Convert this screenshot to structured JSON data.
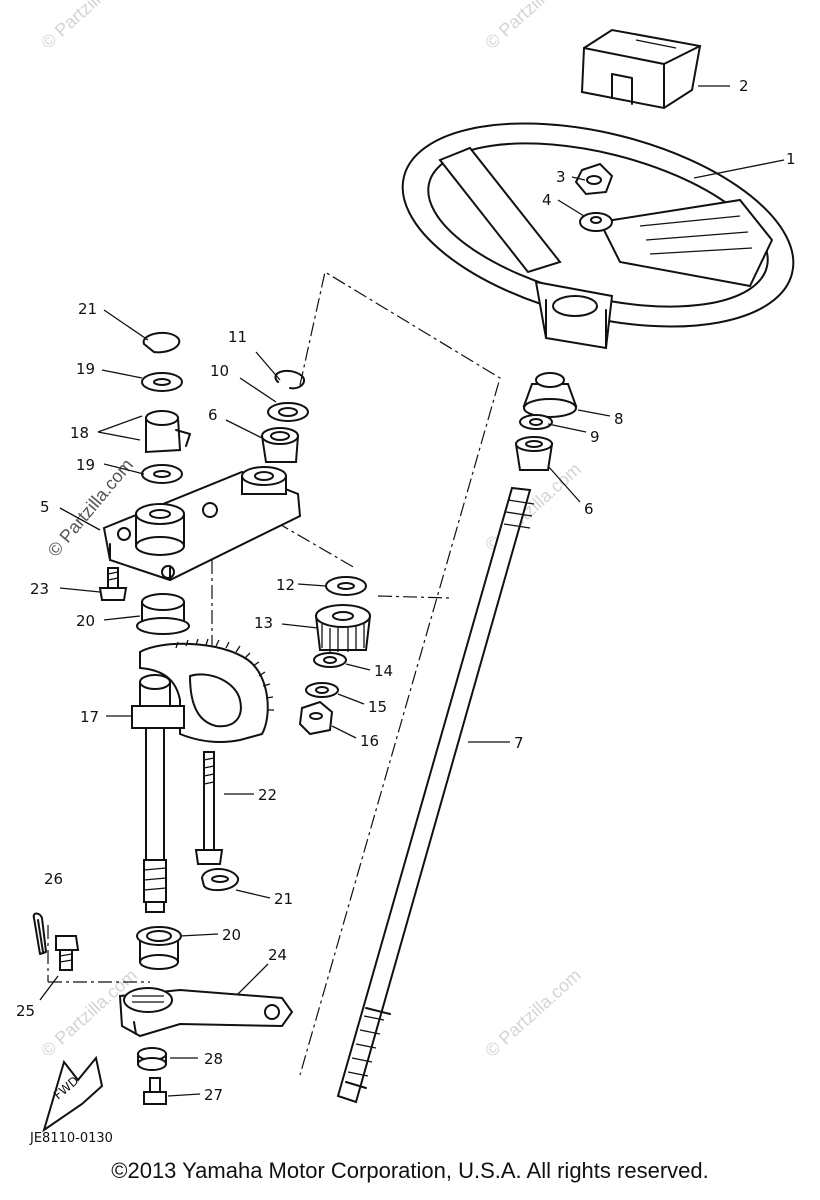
{
  "parts": [
    {
      "num": "1",
      "item": "steering wheel"
    },
    {
      "num": "2",
      "item": "cap"
    },
    {
      "num": "3",
      "item": "nut"
    },
    {
      "num": "4",
      "item": "washer"
    },
    {
      "num": "5",
      "item": "bracket"
    },
    {
      "num": "6",
      "item": "bushing"
    },
    {
      "num": "7",
      "item": "steering shaft"
    },
    {
      "num": "8",
      "item": "boot"
    },
    {
      "num": "9",
      "item": "washer"
    },
    {
      "num": "10",
      "item": "washer"
    },
    {
      "num": "11",
      "item": "clip"
    },
    {
      "num": "12",
      "item": "washer"
    },
    {
      "num": "13",
      "item": "pinion gear"
    },
    {
      "num": "14",
      "item": "washer"
    },
    {
      "num": "15",
      "item": "washer"
    },
    {
      "num": "16",
      "item": "nut"
    },
    {
      "num": "17",
      "item": "sector gear shaft"
    },
    {
      "num": "18",
      "item": "bushing"
    },
    {
      "num": "19",
      "item": "washer"
    },
    {
      "num": "20",
      "item": "bushing"
    },
    {
      "num": "21",
      "item": "clip"
    },
    {
      "num": "22",
      "item": "bolt"
    },
    {
      "num": "23",
      "item": "bolt"
    },
    {
      "num": "24",
      "item": "pitman arm"
    },
    {
      "num": "25",
      "item": "bolt"
    },
    {
      "num": "26",
      "item": "cotter pin"
    },
    {
      "num": "27",
      "item": "bolt"
    },
    {
      "num": "28",
      "item": "washer"
    }
  ],
  "labels": {
    "l1": "1",
    "l2": "2",
    "l3": "3",
    "l4": "4",
    "l5": "5",
    "l6a": "6",
    "l6b": "6",
    "l7": "7",
    "l8": "8",
    "l9": "9",
    "l10": "10",
    "l11": "11",
    "l12": "12",
    "l13": "13",
    "l14": "14",
    "l15": "15",
    "l16": "16",
    "l17": "17",
    "l18": "18",
    "l19a": "19",
    "l19b": "19",
    "l20a": "20",
    "l20b": "20",
    "l21a": "21",
    "l21b": "21",
    "l22": "22",
    "l23": "23",
    "l24": "24",
    "l25": "25",
    "l26": "26",
    "l27": "27",
    "l28": "28"
  },
  "fwd_label": "FWD",
  "drawing_code": "JE8110-0130",
  "watermark": "© Partzilla.com",
  "copyright": "©2013 Yamaha Motor Corporation, U.S.A. All rights reserved."
}
